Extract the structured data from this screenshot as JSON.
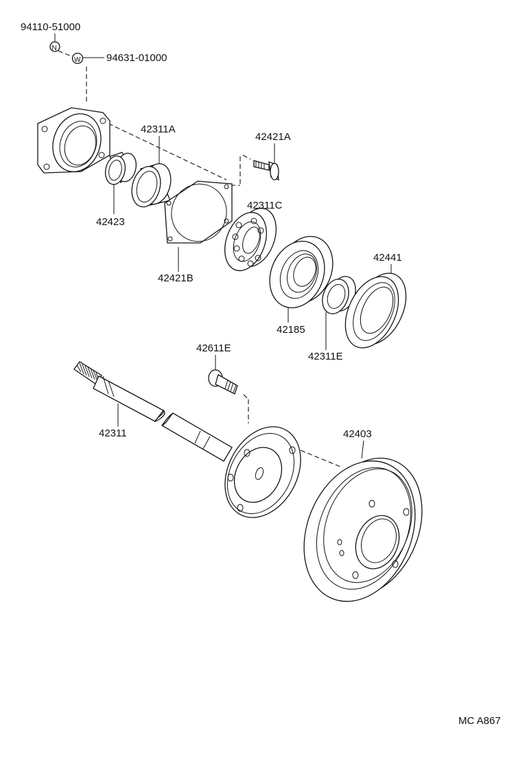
{
  "parts": {
    "nut": {
      "number": "94110-51000",
      "symbol": "N"
    },
    "washer": {
      "number": "94631-01000",
      "symbol": "W"
    },
    "bearing_outer_race": {
      "number": "42311A"
    },
    "bolt": {
      "number": "42421A"
    },
    "bearing_inner_ring": {
      "number": "42423"
    },
    "bearing_ball": {
      "number": "42311C"
    },
    "bearing_retainer_gasket": {
      "number": "42421B"
    },
    "bearing_inner_race": {
      "number": "42441"
    },
    "oil_seal": {
      "number": "42185"
    },
    "retainer_ring": {
      "number": "42311E"
    },
    "hub_bolt": {
      "number": "42611E"
    },
    "axle_shaft": {
      "number": "42311"
    },
    "brake_drum": {
      "number": "42403"
    }
  },
  "diagram_code": "MC A867"
}
